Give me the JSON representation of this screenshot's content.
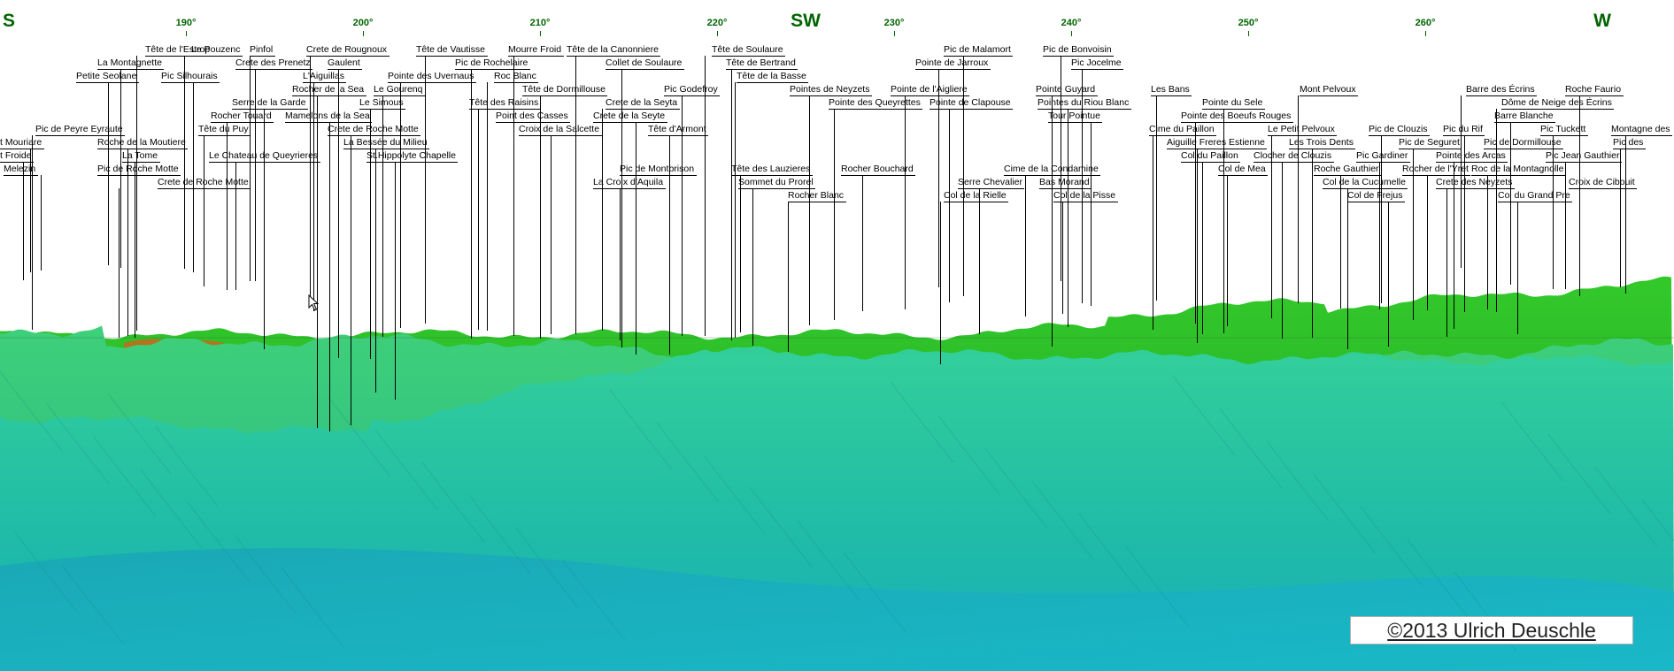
{
  "compass": {
    "degrees": [
      {
        "label": "190°",
        "deg": 190
      },
      {
        "label": "200°",
        "deg": 200
      },
      {
        "label": "210°",
        "deg": 210
      },
      {
        "label": "220°",
        "deg": 220
      },
      {
        "label": "230°",
        "deg": 230
      },
      {
        "label": "240°",
        "deg": 240
      },
      {
        "label": "250°",
        "deg": 250
      },
      {
        "label": "260°",
        "deg": 260
      }
    ],
    "cardinals": [
      {
        "label": "S",
        "deg": 180
      },
      {
        "label": "SW",
        "deg": 225
      },
      {
        "label": "W",
        "deg": 270
      }
    ]
  },
  "peaks": [
    {
      "name": "Tête de l'Estrop",
      "row": 0,
      "deg": 187.7,
      "tgt": [
        187.2,
        302
      ]
    },
    {
      "name": "Le Pouzenc",
      "row": 0,
      "deg": 190.3,
      "tgt": [
        189.9,
        304
      ]
    },
    {
      "name": "Pinfol",
      "row": 0,
      "deg": 193.6,
      "tgt": [
        193.6,
        318
      ]
    },
    {
      "name": "Crete de Rougnoux",
      "row": 0,
      "deg": 196.8,
      "tgt": [
        197.0,
        345
      ]
    },
    {
      "name": "Tête de Vautisse",
      "row": 0,
      "deg": 203.0,
      "tgt": [
        203.5,
        366
      ]
    },
    {
      "name": "Mourre Froid",
      "row": 0,
      "deg": 208.2,
      "tgt": [
        208.5,
        380
      ]
    },
    {
      "name": "Tête de la Canonniere",
      "row": 0,
      "deg": 211.5,
      "tgt": [
        212.0,
        378
      ]
    },
    {
      "name": "Tête de Soulaure",
      "row": 0,
      "deg": 219.7,
      "tgt": [
        219.3,
        380
      ]
    },
    {
      "name": "Pic de Malamort",
      "row": 0,
      "deg": 232.8,
      "tgt": [
        233.9,
        335
      ]
    },
    {
      "name": "Pic de Bonvoisin",
      "row": 0,
      "deg": 238.4,
      "tgt": [
        239.4,
        318
      ]
    },
    {
      "name": "La Montagnette",
      "row": 1,
      "deg": 185.0,
      "tgt": [
        186.3,
        303
      ]
    },
    {
      "name": "Crete des Prenetz",
      "row": 1,
      "deg": 192.8,
      "tgt": [
        193.9,
        318
      ]
    },
    {
      "name": "Gaulent",
      "row": 1,
      "deg": 198.0,
      "tgt": [
        198.6,
        405
      ]
    },
    {
      "name": "Pic de Rochelaire",
      "row": 1,
      "deg": 205.2,
      "tgt": [
        206.1,
        383
      ]
    },
    {
      "name": "Collet de Soulaure",
      "row": 1,
      "deg": 213.7,
      "tgt": [
        214.6,
        393
      ]
    },
    {
      "name": "Tête de Bertrand",
      "row": 1,
      "deg": 220.5,
      "tgt": [
        220.8,
        385
      ]
    },
    {
      "name": "Pointe de Jarroux",
      "row": 1,
      "deg": 231.2,
      "tgt": [
        232.5,
        325
      ]
    },
    {
      "name": "Pic Jocelme",
      "row": 1,
      "deg": 240.0,
      "tgt": [
        240.6,
        343
      ]
    },
    {
      "name": "Petite Seolane",
      "row": 2,
      "deg": 183.8,
      "tgt": [
        185.6,
        300
      ]
    },
    {
      "name": "Pic Silhourais",
      "row": 2,
      "deg": 188.6,
      "tgt": [
        190.4,
        308
      ]
    },
    {
      "name": "L'Aiguillas",
      "row": 2,
      "deg": 196.6,
      "tgt": [
        197.2,
        352
      ]
    },
    {
      "name": "Pointe des Uvernaus",
      "row": 2,
      "deg": 201.4,
      "tgt": [
        202.1,
        371
      ]
    },
    {
      "name": "Roc Blanc",
      "row": 2,
      "deg": 207.4,
      "tgt": [
        207.0,
        374
      ]
    },
    {
      "name": "Tête de la Basse",
      "row": 2,
      "deg": 221.1,
      "tgt": [
        221.0,
        382
      ]
    },
    {
      "name": "Rocher de la Sea",
      "row": 3,
      "deg": 196.0,
      "tgt": [
        197.4,
        484
      ]
    },
    {
      "name": "Le Gourenq",
      "row": 3,
      "deg": 200.6,
      "tgt": [
        201.1,
        381
      ]
    },
    {
      "name": "Tête de Dormillouse",
      "row": 3,
      "deg": 209.0,
      "tgt": [
        210.0,
        383
      ]
    },
    {
      "name": "Pic Godefroy",
      "row": 3,
      "deg": 217.0,
      "tgt": [
        218.0,
        380
      ]
    },
    {
      "name": "Pointes de Neyzets",
      "row": 3,
      "deg": 224.1,
      "tgt": [
        225.2,
        368
      ]
    },
    {
      "name": "Pointe de l'Aigliere",
      "row": 3,
      "deg": 229.8,
      "tgt": [
        230.6,
        350
      ]
    },
    {
      "name": "Pointe Guyard",
      "row": 3,
      "deg": 238.0,
      "tgt": [
        238.9,
        340
      ]
    },
    {
      "name": "Les Bans",
      "row": 3,
      "deg": 244.5,
      "tgt": [
        244.8,
        340
      ]
    },
    {
      "name": "Mont Pelvoux",
      "row": 3,
      "deg": 252.9,
      "tgt": [
        252.8,
        343
      ]
    },
    {
      "name": "Barre des Écrins",
      "row": 3,
      "deg": 262.3,
      "tgt": [
        262.0,
        303
      ]
    },
    {
      "name": "Roche Faurio",
      "row": 3,
      "deg": 267.9,
      "tgt": [
        268.7,
        312
      ]
    },
    {
      "name": "Serre de la Garde",
      "row": 4,
      "deg": 192.6,
      "tgt": [
        194.4,
        395
      ]
    },
    {
      "name": "Le Simous",
      "row": 4,
      "deg": 199.8,
      "tgt": [
        200.4,
        406
      ]
    },
    {
      "name": "Tête des Raisins",
      "row": 4,
      "deg": 206.0,
      "tgt": [
        206.5,
        373
      ]
    },
    {
      "name": "Crete de la Seyta",
      "row": 4,
      "deg": 213.7,
      "tgt": [
        213.5,
        374
      ]
    },
    {
      "name": "Pointe des Queyrettes",
      "row": 4,
      "deg": 226.3,
      "tgt": [
        226.6,
        362
      ]
    },
    {
      "name": "Pointe de Clapouse",
      "row": 4,
      "deg": 232.0,
      "tgt": [
        233.1,
        342
      ]
    },
    {
      "name": "Pointes du Riou Blanc",
      "row": 4,
      "deg": 238.1,
      "tgt": [
        239.8,
        370
      ]
    },
    {
      "name": "Pointe du Sele",
      "row": 4,
      "deg": 247.4,
      "tgt": [
        248.6,
        377
      ]
    },
    {
      "name": "Dôme de Neige des Écrins",
      "row": 4,
      "deg": 264.3,
      "tgt": [
        264.0,
        316
      ]
    },
    {
      "name": "Rocher Touard",
      "row": 5,
      "deg": 191.4,
      "tgt": [
        192.3,
        328
      ]
    },
    {
      "name": "Mamelons de la Sea",
      "row": 5,
      "deg": 195.6,
      "tgt": [
        198.1,
        488
      ]
    },
    {
      "name": "Point des Casses",
      "row": 5,
      "deg": 207.5,
      "tgt": [
        208.5,
        374
      ]
    },
    {
      "name": "Crete de la Seyte",
      "row": 5,
      "deg": 213.0,
      "tgt": [
        215.4,
        401
      ]
    },
    {
      "name": "Tour Pointue",
      "row": 5,
      "deg": 238.7,
      "tgt": [
        241.1,
        346
      ]
    },
    {
      "name": "Pointe des Boeufs Rouges",
      "row": 5,
      "deg": 246.2,
      "tgt": [
        247.0,
        366
      ]
    },
    {
      "name": "Barre Blanche",
      "row": 5,
      "deg": 263.9,
      "tgt": [
        264.8,
        322
      ]
    },
    {
      "name": "Pic de Peyre Eyraute",
      "row": 6,
      "deg": 181.5,
      "tgt": [
        181.3,
        373
      ]
    },
    {
      "name": "Tête du Puy",
      "row": 6,
      "deg": 190.7,
      "tgt": [
        191.0,
        324
      ]
    },
    {
      "name": "Crete de Roche Motte",
      "row": 6,
      "deg": 198.0,
      "tgt": [
        199.3,
        481
      ]
    },
    {
      "name": "Croix de la Salcette",
      "row": 6,
      "deg": 208.8,
      "tgt": [
        210.6,
        378
      ]
    },
    {
      "name": "Tête d'Armont",
      "row": 6,
      "deg": 216.1,
      "tgt": [
        217.3,
        401
      ]
    },
    {
      "name": "Cime du Paillon",
      "row": 6,
      "deg": 244.4,
      "tgt": [
        244.6,
        373
      ]
    },
    {
      "name": "Le Petit Pelvoux",
      "row": 6,
      "deg": 251.1,
      "tgt": [
        251.3,
        360
      ]
    },
    {
      "name": "Pic de Clouzis",
      "row": 6,
      "deg": 256.8,
      "tgt": [
        257.5,
        343
      ]
    },
    {
      "name": "Pic du Rif",
      "row": 6,
      "deg": 261.0,
      "tgt": [
        262.2,
        353
      ]
    },
    {
      "name": "Pic Tuckett",
      "row": 6,
      "deg": 266.5,
      "tgt": [
        267.2,
        327
      ]
    },
    {
      "name": "Montagne des",
      "row": 6,
      "deg": 270.5,
      "tgt": [
        271.3,
        332
      ]
    },
    {
      "name": "t Mouriare",
      "row": 7,
      "deg": 179.4,
      "tgt": [
        181.2,
        308
      ]
    },
    {
      "name": "Roche de la Moutiere",
      "row": 7,
      "deg": 185.0,
      "tgt": [
        186.7,
        380
      ]
    },
    {
      "name": "La Bessée du Milieu",
      "row": 7,
      "deg": 198.9,
      "tgt": [
        200.7,
        444
      ]
    },
    {
      "name": "Aiguille Freres Estienne",
      "row": 7,
      "deg": 245.4,
      "tgt": [
        247.1,
        388
      ]
    },
    {
      "name": "Les Trois Dents",
      "row": 7,
      "deg": 252.3,
      "tgt": [
        253.6,
        382
      ]
    },
    {
      "name": "Pic de Seguret",
      "row": 7,
      "deg": 258.5,
      "tgt": [
        259.3,
        362
      ]
    },
    {
      "name": "Pic de Dormillouse",
      "row": 7,
      "deg": 263.3,
      "tgt": [
        264.0,
        353
      ]
    },
    {
      "name": "Pic des",
      "row": 7,
      "deg": 270.6,
      "tgt": [
        271.0,
        325
      ]
    },
    {
      "name": "t Froide",
      "row": 8,
      "deg": 179.5,
      "tgt": [
        180.8,
        317
      ]
    },
    {
      "name": "La Tome",
      "row": 8,
      "deg": 186.4,
      "tgt": [
        187.1,
        382
      ]
    },
    {
      "name": "Le Chateau de Queyrieres",
      "row": 8,
      "deg": 191.3,
      "tgt": [
        192.8,
        328
      ]
    },
    {
      "name": "St.Hippolyte Chapelle",
      "row": 8,
      "deg": 200.2,
      "tgt": [
        201.8,
        452
      ]
    },
    {
      "name": "Col du Paillon",
      "row": 8,
      "deg": 246.2,
      "tgt": [
        247.4,
        378
      ]
    },
    {
      "name": "Clocher de Clouzis",
      "row": 8,
      "deg": 250.3,
      "tgt": [
        251.9,
        383
      ]
    },
    {
      "name": "Pic Gardiner",
      "row": 8,
      "deg": 256.1,
      "tgt": [
        257.4,
        350
      ]
    },
    {
      "name": "Pointe des Arcas",
      "row": 8,
      "deg": 260.6,
      "tgt": [
        261.6,
        372
      ]
    },
    {
      "name": "Pic Jean Gauthier",
      "row": 8,
      "deg": 266.8,
      "tgt": [
        267.9,
        327
      ]
    },
    {
      "name": "Melezin",
      "row": 9,
      "deg": 179.7,
      "tgt": [
        181.8,
        306
      ]
    },
    {
      "name": "Pic de Roche Motte",
      "row": 9,
      "deg": 185.0,
      "tgt": [
        187.2,
        374
      ]
    },
    {
      "name": "Pic de Montbrison",
      "row": 9,
      "deg": 214.5,
      "tgt": [
        215.4,
        375
      ]
    },
    {
      "name": "Tête des Lauzieres",
      "row": 9,
      "deg": 220.8,
      "tgt": [
        221.3,
        376
      ]
    },
    {
      "name": "Rocher Bouchard",
      "row": 9,
      "deg": 227.0,
      "tgt": [
        228.2,
        352
      ]
    },
    {
      "name": "Cime de la Condamine",
      "row": 9,
      "deg": 236.2,
      "tgt": [
        237.4,
        358
      ]
    },
    {
      "name": "Col de Mea",
      "row": 9,
      "deg": 248.3,
      "tgt": [
        248.8,
        369
      ]
    },
    {
      "name": "Roche Gauthier",
      "row": 9,
      "deg": 253.7,
      "tgt": [
        255.2,
        349
      ]
    },
    {
      "name": "Rocher de l'Yret",
      "row": 9,
      "deg": 258.7,
      "tgt": [
        260.1,
        351
      ]
    },
    {
      "name": "Roc de la Montagnolle",
      "row": 9,
      "deg": 262.6,
      "tgt": [
        263.5,
        350
      ]
    },
    {
      "name": "Crete de Roche Motte",
      "row": 10,
      "deg": 188.4,
      "tgt": [
        186.2,
        382
      ]
    },
    {
      "name": "La Croix d'Aquila",
      "row": 10,
      "deg": 213.0,
      "tgt": [
        214.5,
        385
      ]
    },
    {
      "name": "Sommet du Prorel",
      "row": 10,
      "deg": 221.2,
      "tgt": [
        222.0,
        391
      ]
    },
    {
      "name": "Serre Chevalier",
      "row": 10,
      "deg": 233.6,
      "tgt": [
        234.8,
        378
      ]
    },
    {
      "name": "Bas Morand",
      "row": 10,
      "deg": 238.2,
      "tgt": [
        238.9,
        392
      ]
    },
    {
      "name": "Col de la Cucumelle",
      "row": 10,
      "deg": 254.2,
      "tgt": [
        255.6,
        395
      ]
    },
    {
      "name": "Crete des Neyzets",
      "row": 10,
      "deg": 260.6,
      "tgt": [
        261.2,
        381
      ]
    },
    {
      "name": "Croix de Cibouit",
      "row": 10,
      "deg": 268.1,
      "tgt": [
        268.7,
        335
      ]
    },
    {
      "name": "Rocher Blanc",
      "row": 11,
      "deg": 224.0,
      "tgt": [
        224.0,
        398
      ]
    },
    {
      "name": "Col de la Rielle",
      "row": 11,
      "deg": 232.8,
      "tgt": [
        232.6,
        412
      ]
    },
    {
      "name": "Col de la Pisse",
      "row": 11,
      "deg": 239.0,
      "tgt": [
        239.5,
        355
      ]
    },
    {
      "name": "Col de Frejus",
      "row": 11,
      "deg": 255.6,
      "tgt": [
        257.9,
        392
      ]
    },
    {
      "name": "Col du Grand Pre",
      "row": 11,
      "deg": 264.1,
      "tgt": [
        265.2,
        378
      ]
    }
  ],
  "copyright": "©2013 Ulrich Deuschle",
  "colors": {
    "compass": "#006400",
    "sky": "#ffffff",
    "terrain_far": "#1fae1f",
    "terrain_mid": "#3cd08b",
    "terrain_near": "#24c6a8",
    "ridge_highlight": "#c9661c"
  }
}
